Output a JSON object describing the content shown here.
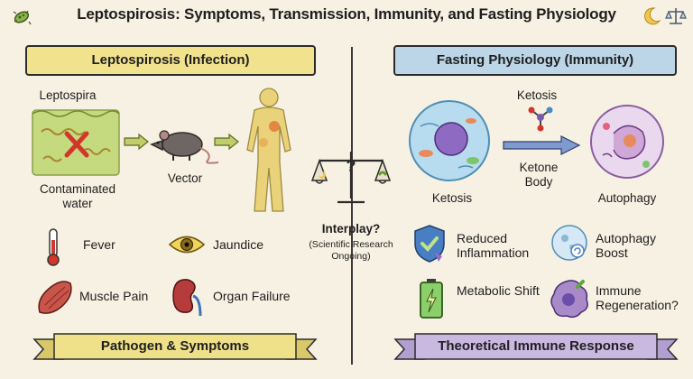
{
  "title": "Leptospirosis: Symptoms, Transmission, Immunity, and Fasting Physiology",
  "left": {
    "header": "Leptospirosis (Infection)",
    "leptospira_label": "Leptospira",
    "water_label": "Contaminated water",
    "vector_label": "Vector",
    "symptoms": {
      "fever": "Fever",
      "jaundice": "Jaundice",
      "muscle_pain": "Muscle Pain",
      "organ_failure": "Organ Failure"
    },
    "ribbon": "Pathogen & Symptoms"
  },
  "center": {
    "question": "Interplay?",
    "note": "(Scientific Research Ongoing)"
  },
  "right": {
    "header": "Fasting Physiology (Immunity)",
    "ketosis_top": "Ketosis",
    "ketone_body": "Ketone Body",
    "ketosis_label": "Ketosis",
    "autophagy_label": "Autophagy",
    "effects": {
      "reduced_inflammation": "Reduced Inflammation",
      "autophagy_boost": "Autophagy Boost",
      "metabolic_shift": "Metabolic Shift",
      "immune_regeneration": "Immune Regeneration?"
    },
    "ribbon": "Theoretical Immune Response"
  },
  "colors": {
    "left_header_bg": "#f1e28e",
    "right_header_bg": "#bcd6e8",
    "left_ribbon": "#efe08a",
    "right_ribbon": "#c9b8e0",
    "water": "#c5d97f",
    "body": "#e9d27a"
  }
}
